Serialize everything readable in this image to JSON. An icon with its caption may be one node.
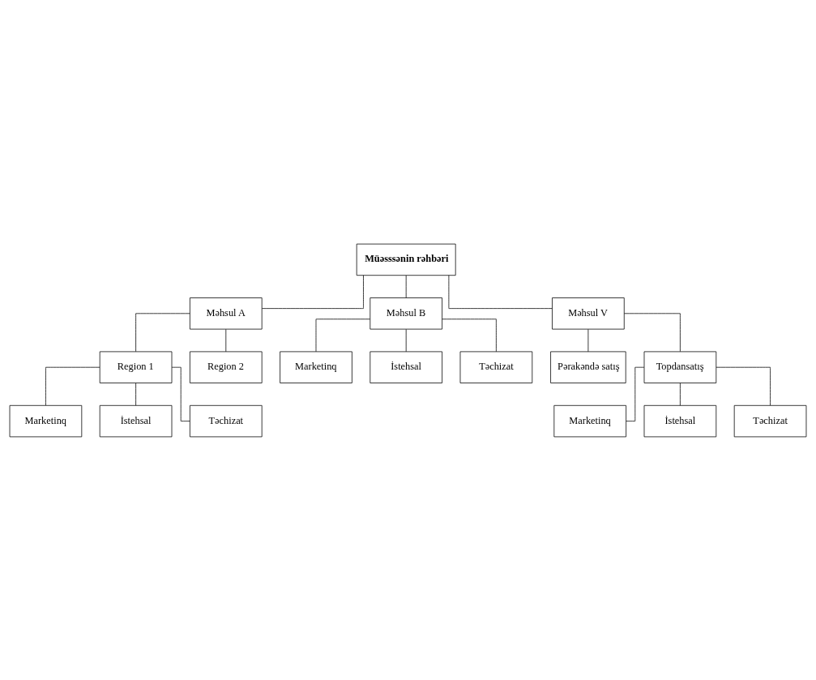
{
  "diagram": {
    "nodes": [
      {
        "text": [
          "Müəsssənin rəhbəri"
        ]
      },
      {
        "text": [
          "Məhsul A"
        ]
      },
      {
        "text": [
          "Məhsul B"
        ]
      },
      {
        "text": [
          "Məhsul V"
        ]
      },
      {
        "text": [
          "Marketinq"
        ]
      },
      {
        "text": [
          "İstehsal"
        ]
      },
      {
        "text": [
          "Təchizat"
        ]
      },
      {
        "text": [
          "Region 1"
        ]
      },
      {
        "text": [
          "Region 2"
        ]
      },
      {
        "text": [
          "Pərakəndə satış"
        ]
      },
      {
        "text": [
          "Topdansatış"
        ]
      },
      {
        "text": [
          "Marketinq"
        ]
      },
      {
        "text": [
          "İstehsal"
        ]
      },
      {
        "text": [
          "Təchizat"
        ]
      },
      {
        "text": [
          "Marketinq"
        ]
      },
      {
        "text": [
          "İstehsal"
        ]
      },
      {
        "text": [
          "Təchizat"
        ]
      }
    ],
    "edges": [
      {
        "from": 0,
        "to": 1,
        "arrow": "none"
      },
      {
        "from": 0,
        "to": 2,
        "arrow": "none"
      },
      {
        "from": 0,
        "to": 3,
        "arrow": "none"
      },
      {
        "from": 2,
        "to": 4,
        "arrow": "none"
      },
      {
        "from": 2,
        "to": 5,
        "arrow": "none"
      },
      {
        "from": 2,
        "to": 6,
        "arrow": "none"
      },
      {
        "from": 1,
        "to": 7,
        "arrow": "none"
      },
      {
        "from": 1,
        "to": 8,
        "arrow": "none"
      },
      {
        "from": 3,
        "to": 9,
        "arrow": "none"
      },
      {
        "from": 3,
        "to": 10,
        "arrow": "none"
      },
      {
        "from": 7,
        "to": 11,
        "arrow": "none"
      },
      {
        "from": 7,
        "to": 12,
        "arrow": "none"
      },
      {
        "from": 7,
        "to": 13,
        "arrow": "none"
      },
      {
        "from": 10,
        "to": 14,
        "arrow": "none"
      },
      {
        "from": 10,
        "to": 15,
        "arrow": "none"
      },
      {
        "from": 10,
        "to": 16,
        "arrow": "none"
      }
    ]
  }
}
